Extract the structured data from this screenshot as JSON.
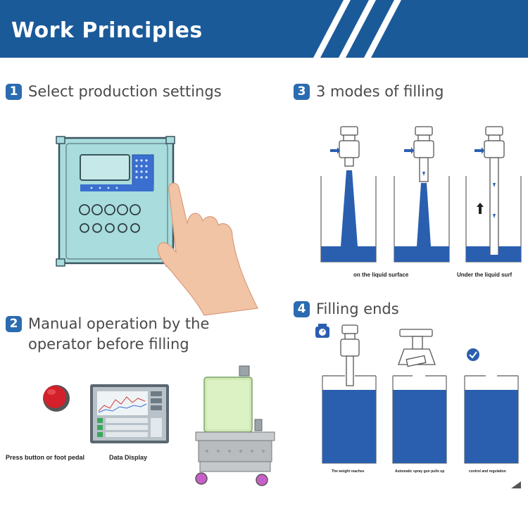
{
  "header": {
    "title": "Work Principles"
  },
  "steps": [
    {
      "number": "1",
      "label": "Select production settings"
    },
    {
      "number": "2",
      "label_line1": "Manual operation by the",
      "label_line2": "operator before filling"
    },
    {
      "number": "3",
      "label": "3 modes of filling"
    },
    {
      "number": "4",
      "label": "Filling ends"
    }
  ],
  "step2_items": {
    "button_caption": "Press button or foot pedal",
    "display_caption": "Data Display"
  },
  "fill_modes": {
    "caption_on_surface": "on the liquid surface",
    "caption_under_surface": "Under the liquid surf"
  },
  "filling_ends": {
    "caption_1": "The weight reaches",
    "caption_2": "Automatic spray gun pulls up",
    "caption_3": "control and regulation"
  },
  "colors": {
    "brand_blue": "#1b5a98",
    "liquid_blue": "#2a5fb0",
    "panel_teal": "#a9dcdc"
  }
}
